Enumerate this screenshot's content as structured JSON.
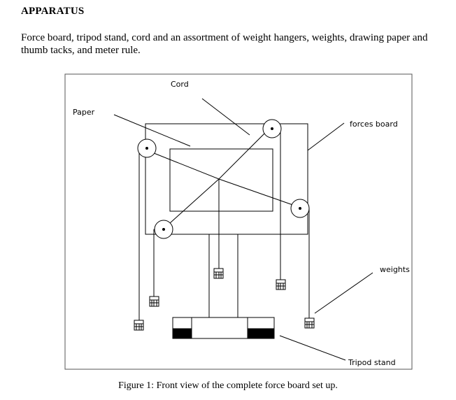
{
  "heading": "APPARATUS",
  "paragraph": "Force board, tripod stand, cord and an assortment of weight hangers, weights, drawing paper and thumb tacks, and meter rule.",
  "figure": {
    "labels": {
      "cord": "Cord",
      "paper": "Paper",
      "forces_board": "forces board",
      "weights": "weights",
      "tripod_stand": "Tripod stand"
    },
    "caption": "Figure 1: Front view of the complete force board set up."
  }
}
